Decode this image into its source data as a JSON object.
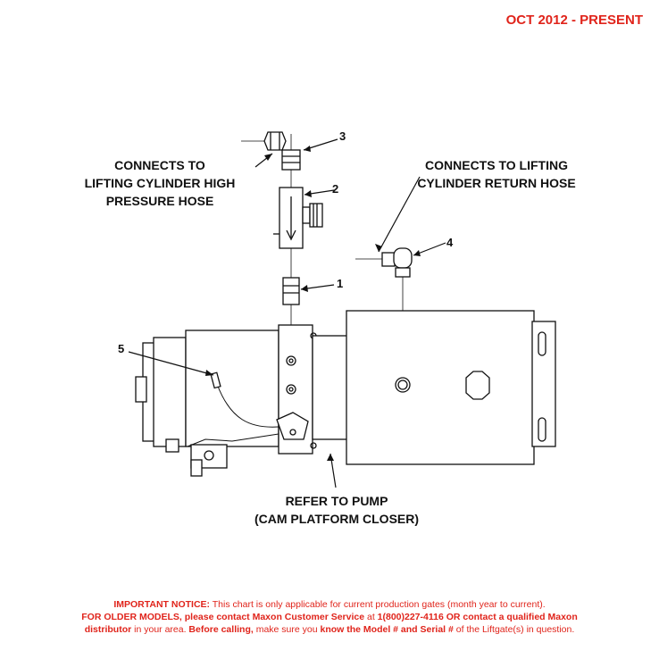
{
  "header": {
    "date_range": "OCT 2012 - PRESENT"
  },
  "labels": {
    "high_pressure_line1": "CONNECTS TO",
    "high_pressure_line2": "LIFTING CYLINDER HIGH",
    "high_pressure_line3": "PRESSURE HOSE",
    "return_line1": "CONNECTS TO LIFTING",
    "return_line2": "CYLINDER RETURN HOSE",
    "pump_line1": "REFER TO PUMP",
    "pump_line2": "(CAM PLATFORM CLOSER)"
  },
  "part_numbers": {
    "p1": "1",
    "p2": "2",
    "p3": "3",
    "p4": "4",
    "p5": "5"
  },
  "notice": {
    "l1_bold": "IMPORTANT NOTICE:",
    "l1_text": " This chart is only applicable for current production gates (month year to current).",
    "l2_bold1": "FOR OLDER MODELS, please contact Maxon Customer Service",
    "l2_text1": " at ",
    "l2_bold2": "1(800)227-4116 OR contact a qualified Maxon",
    "l3_bold1": "distributor",
    "l3_text1": " in your area. ",
    "l3_bold2": "Before calling,",
    "l3_text2": " make sure you ",
    "l3_bold3": "know the Model # and Serial #",
    "l3_text3": " of the Liftgate(s) in question."
  }
}
